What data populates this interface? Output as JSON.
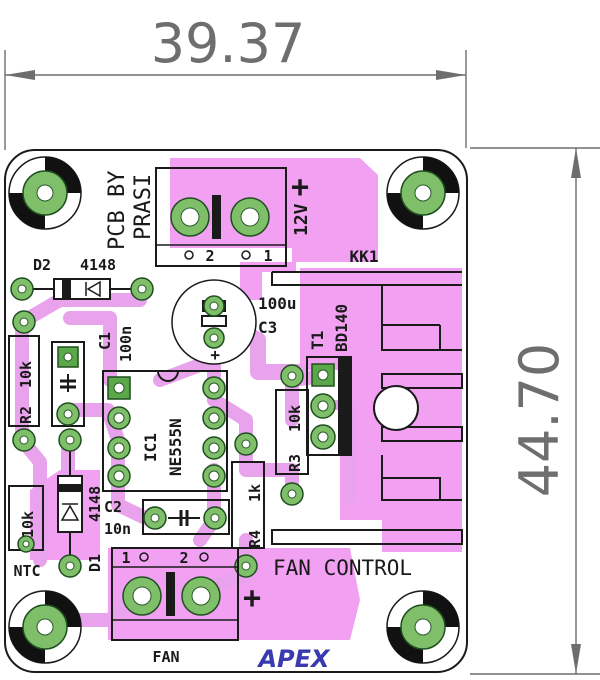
{
  "dimensions": {
    "width_label": "39.37",
    "height_label": "44.70"
  },
  "board": {
    "credit_line1": "PCB BY",
    "credit_line2": "PRASI",
    "voltage": "12V",
    "plus_top": "+",
    "plus_bottom": "+",
    "terminal_top_pin2": "2",
    "terminal_top_pin1": "1",
    "terminal_bottom_pin1": "1",
    "terminal_bottom_pin2": "2",
    "fan": "FAN",
    "fan_control": "FAN CONTROL",
    "ntc": "NTC",
    "brand": "APEX",
    "heatsink": "KK1"
  },
  "components": {
    "d2_ref": "D2",
    "d2_val": "4148",
    "r2_ref": "R2",
    "r2_val": "10k",
    "c1_ref": "C1",
    "c1_val": "100n",
    "c3_val": "100u",
    "c3_ref": "C3",
    "ic1_ref": "IC1",
    "ic1_val": "NE555N",
    "t1_ref": "T1",
    "t1_val": "BD140",
    "r3_ref": "R3",
    "r3_val": "10k",
    "ntc_val": "10k",
    "d1_ref": "D1",
    "d1_val": "4148",
    "c2_ref": "C2",
    "c2_val": "10n",
    "r4_ref": "R4",
    "r4_val": "1k",
    "c3_polarity": "+"
  },
  "colors": {
    "copper": "#f2a0f2",
    "pad": "#7fbf6a",
    "silkscreen": "#1a1a1a",
    "dimension": "#6e6e6e",
    "brand": "#3a3ab0"
  }
}
